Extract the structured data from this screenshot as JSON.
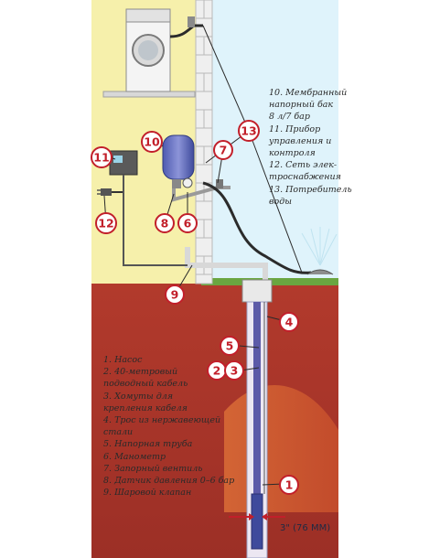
{
  "diagram": {
    "callouts": [
      "1",
      "2",
      "3",
      "4",
      "5",
      "6",
      "7",
      "8",
      "9",
      "10",
      "11",
      "12",
      "13"
    ],
    "pipe_size": "3\" (76 ММ)",
    "legend_left": [
      [
        "1. Насос"
      ],
      [
        "2. 40-метровый",
        "подводный кабель"
      ],
      [
        "3. Хомуты для",
        "крепления кабеля"
      ],
      [
        "4. Трос из нержавеющей",
        "стали"
      ],
      [
        "5. Напорная труба"
      ],
      [
        "6. Манометр"
      ],
      [
        "7. Запорный вентиль"
      ],
      [
        "8. Датчик давления 0–6 бар"
      ],
      [
        "9. Шаровой клапан"
      ]
    ],
    "legend_right": [
      [
        "10. Мембранный",
        "напорный бак",
        "8 л/7 бар"
      ],
      [
        "11. Прибор",
        "управления и",
        "контроля"
      ],
      [
        "12. Сеть элек-",
        "троснабжения"
      ],
      [
        "13. Потребитель",
        "воды"
      ]
    ],
    "colors": {
      "sky": "#dff3fb",
      "wall_yellow": "#f6f0ab",
      "soil": "#a8372a",
      "soil_dark": "#c9552e",
      "grass": "#6aa640",
      "callout_red": "#c21f2a",
      "pipe_blue": "#5c5aa8"
    }
  }
}
